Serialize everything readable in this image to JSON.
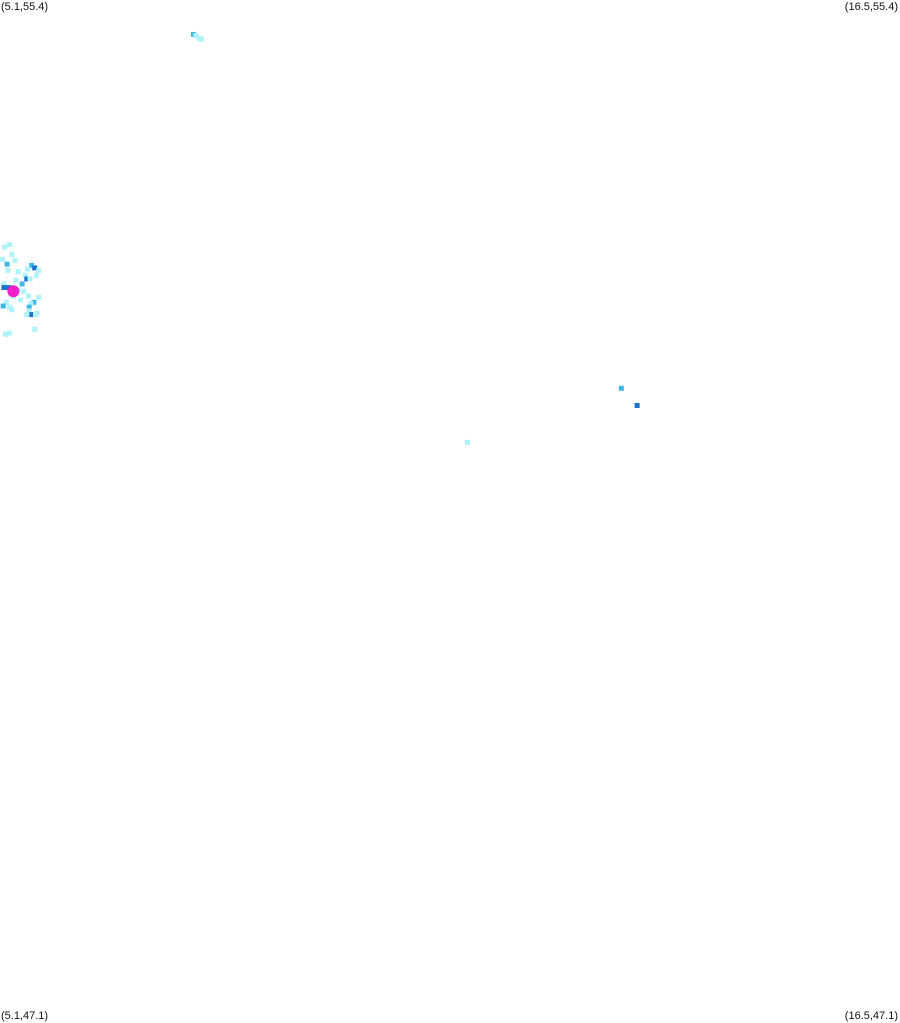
{
  "corners": {
    "top_left": "(5.1,55.4)",
    "top_right": "(16.5,55.4)",
    "bottom_left": "(5.1,47.1)",
    "bottom_right": "(16.5,47.1)"
  },
  "chart_data": {
    "type": "heatmap",
    "bounds": {
      "lon": [
        5.1,
        16.5
      ],
      "lat": [
        47.1,
        55.4
      ]
    },
    "colors": {
      "low": "#aef3f7",
      "mid": "#3fb8e8",
      "high": "#1f70c8",
      "marker": "#ee1fc8"
    },
    "cells": [
      {
        "lon": 7.55,
        "lat": 55.12,
        "level": "mid"
      },
      {
        "lon": 7.58,
        "lat": 55.11,
        "level": "low"
      },
      {
        "lon": 7.62,
        "lat": 55.09,
        "level": "low"
      },
      {
        "lon": 7.65,
        "lat": 55.08,
        "level": "low"
      },
      {
        "lon": 5.22,
        "lat": 53.41,
        "level": "low"
      },
      {
        "lon": 5.16,
        "lat": 53.39,
        "level": "low"
      },
      {
        "lon": 5.25,
        "lat": 53.33,
        "level": "low"
      },
      {
        "lon": 5.13,
        "lat": 53.29,
        "level": "low"
      },
      {
        "lon": 5.29,
        "lat": 53.28,
        "level": "low"
      },
      {
        "lon": 5.19,
        "lat": 53.25,
        "level": "mid"
      },
      {
        "lon": 5.5,
        "lat": 53.24,
        "level": "mid"
      },
      {
        "lon": 5.54,
        "lat": 53.22,
        "level": "high"
      },
      {
        "lon": 5.45,
        "lat": 53.21,
        "level": "low"
      },
      {
        "lon": 5.59,
        "lat": 53.2,
        "level": "low"
      },
      {
        "lon": 5.2,
        "lat": 53.2,
        "level": "low"
      },
      {
        "lon": 5.33,
        "lat": 53.19,
        "level": "low"
      },
      {
        "lon": 5.42,
        "lat": 53.16,
        "level": "low"
      },
      {
        "lon": 5.44,
        "lat": 53.13,
        "level": "high"
      },
      {
        "lon": 5.48,
        "lat": 53.13,
        "level": "low"
      },
      {
        "lon": 5.56,
        "lat": 53.16,
        "level": "low"
      },
      {
        "lon": 5.3,
        "lat": 53.12,
        "level": "low"
      },
      {
        "lon": 5.38,
        "lat": 53.09,
        "level": "mid"
      },
      {
        "lon": 5.15,
        "lat": 53.09,
        "level": "low"
      },
      {
        "lon": 5.15,
        "lat": 53.06,
        "level": "high"
      },
      {
        "lon": 5.21,
        "lat": 53.06,
        "level": "high"
      },
      {
        "lon": 5.24,
        "lat": 53.04,
        "level": "low"
      },
      {
        "lon": 5.33,
        "lat": 53.04,
        "level": "low"
      },
      {
        "lon": 5.4,
        "lat": 53.03,
        "level": "low"
      },
      {
        "lon": 5.27,
        "lat": 52.99,
        "level": "low"
      },
      {
        "lon": 5.46,
        "lat": 52.99,
        "level": "low"
      },
      {
        "lon": 5.59,
        "lat": 52.98,
        "level": "low"
      },
      {
        "lon": 5.36,
        "lat": 52.96,
        "level": "low"
      },
      {
        "lon": 5.53,
        "lat": 52.94,
        "level": "mid"
      },
      {
        "lon": 5.49,
        "lat": 52.93,
        "level": "low"
      },
      {
        "lon": 5.18,
        "lat": 52.94,
        "level": "low"
      },
      {
        "lon": 5.14,
        "lat": 52.91,
        "level": "mid"
      },
      {
        "lon": 5.22,
        "lat": 52.9,
        "level": "low"
      },
      {
        "lon": 5.25,
        "lat": 52.88,
        "level": "low"
      },
      {
        "lon": 5.47,
        "lat": 52.9,
        "level": "mid"
      },
      {
        "lon": 5.47,
        "lat": 52.87,
        "level": "low"
      },
      {
        "lon": 5.5,
        "lat": 52.84,
        "level": "high"
      },
      {
        "lon": 5.44,
        "lat": 52.84,
        "level": "low"
      },
      {
        "lon": 5.55,
        "lat": 52.84,
        "level": "low"
      },
      {
        "lon": 5.57,
        "lat": 52.85,
        "level": "low"
      },
      {
        "lon": 5.17,
        "lat": 52.68,
        "level": "low"
      },
      {
        "lon": 5.22,
        "lat": 52.69,
        "level": "low"
      },
      {
        "lon": 5.54,
        "lat": 52.72,
        "level": "low"
      },
      {
        "lon": 12.97,
        "lat": 52.24,
        "level": "mid"
      },
      {
        "lon": 13.17,
        "lat": 52.1,
        "level": "high"
      },
      {
        "lon": 11.02,
        "lat": 51.8,
        "level": "low"
      }
    ],
    "marker": {
      "lon": 5.27,
      "lat": 53.03
    }
  }
}
